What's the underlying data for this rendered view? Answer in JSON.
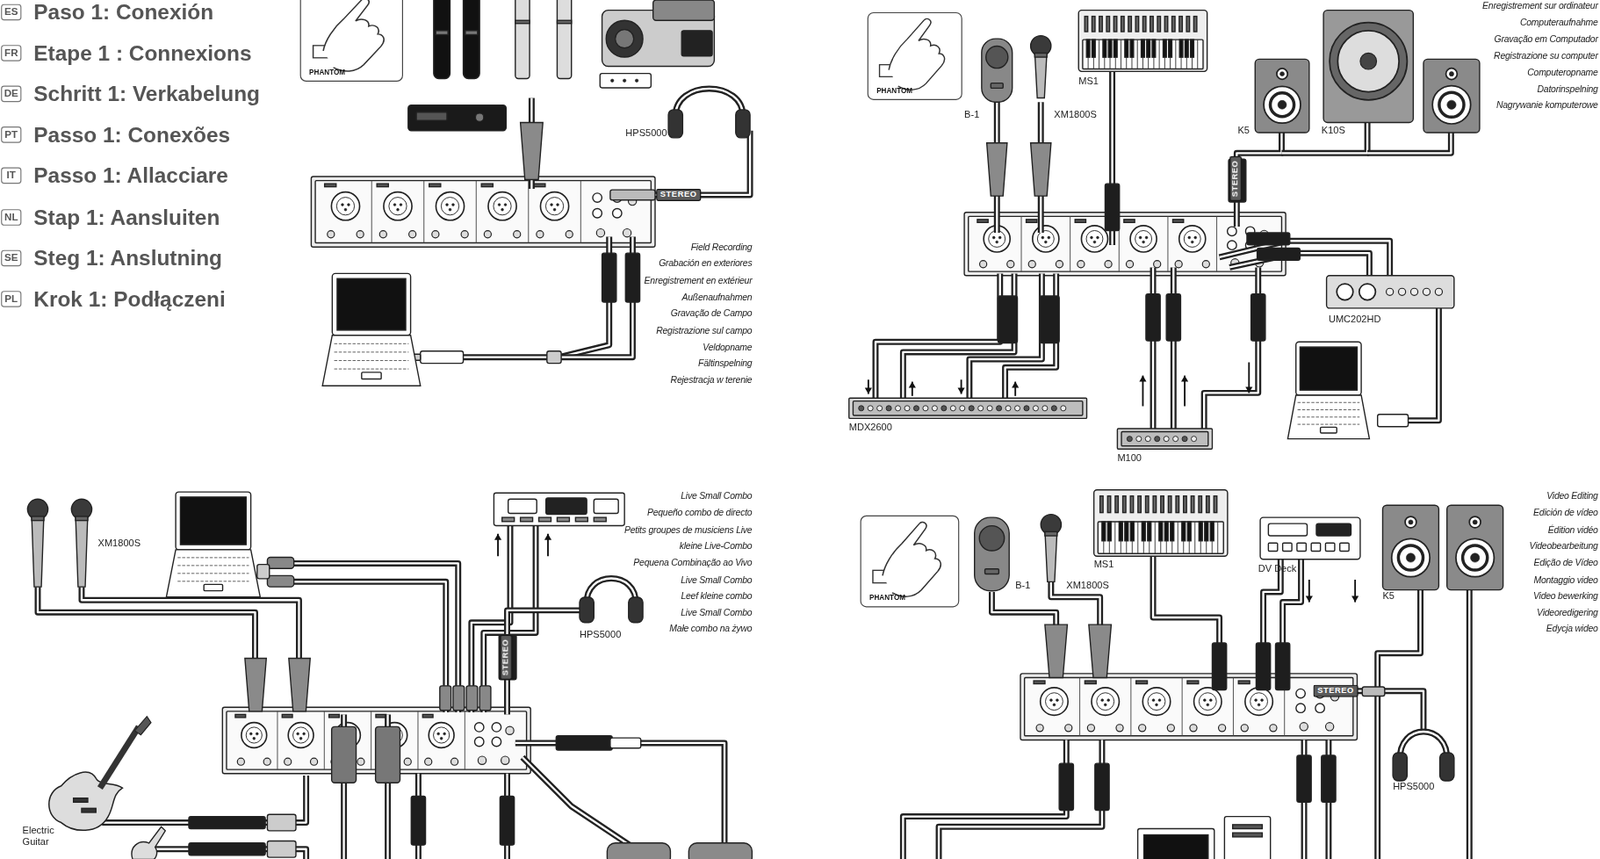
{
  "diagram": {
    "nodes": [
      {
        "text": [
          "ES",
          "Paso 1: Conexión"
        ]
      },
      {
        "text": [
          "FR",
          "Etape 1 : Connexions"
        ]
      },
      {
        "text": [
          "DE",
          "Schritt 1: Verkabelung"
        ]
      },
      {
        "text": [
          "PT",
          "Passo 1: Conexões"
        ]
      },
      {
        "text": [
          "IT",
          "Passo 1: Allacciare"
        ]
      },
      {
        "text": [
          "NL",
          "Stap 1: Aansluiten"
        ]
      },
      {
        "text": [
          "SE",
          "Steg 1: Anslutning"
        ]
      },
      {
        "text": [
          "PL",
          "Krok 1: Podłączeni"
        ]
      },
      {
        "text": [
          "PHANTOM"
        ]
      },
      {
        "text": [
          "PHANTOM"
        ]
      },
      {
        "text": [
          "PHANTOM"
        ]
      }
    ],
    "labels": [
      "HPS5000",
      "STEREO",
      "Field Recording",
      "Grabación en exteriores",
      "Enregistrement en extérieur",
      "Außenaufnahmen",
      "Gravação de Campo",
      "Registrazione sul campo",
      "Veldopname",
      "Fältinspelning",
      "Rejestracja w terenie",
      "B-1",
      "XM1800S",
      "MS1",
      "K5",
      "K10S",
      "STEREO",
      "UMC202HD",
      "MDX2600",
      "M100",
      "Enregistrement sur ordinateur",
      "Computeraufnahme",
      "Gravação em Computador",
      "Registrazione su computer",
      "Computeropname",
      "Datorinspelning",
      "Nagrywanie komputerowe",
      "XM1800S",
      "HPS5000",
      "STEREO",
      "Electric Guitar",
      "Live Small Combo",
      "Pequeño combo de directo",
      "Petits groupes de musiciens Live",
      "kleine Live-Combo",
      "Pequena Combinação ao Vivo",
      "Live Small Combo",
      "Leef kleine combo",
      "Live Small Combo",
      "Małe combo na żywo",
      "MS1",
      "B-1",
      "XM1800S",
      "DV Deck",
      "K5",
      "STEREO",
      "HPS5000",
      "Video Editing",
      "Edición de vídeo",
      "Édition vidéo",
      "Videobearbeitung",
      "Edição de Vídeo",
      "Montaggio video",
      "Video bewerking",
      "Videoredigering",
      "Edycja wideo"
    ]
  }
}
